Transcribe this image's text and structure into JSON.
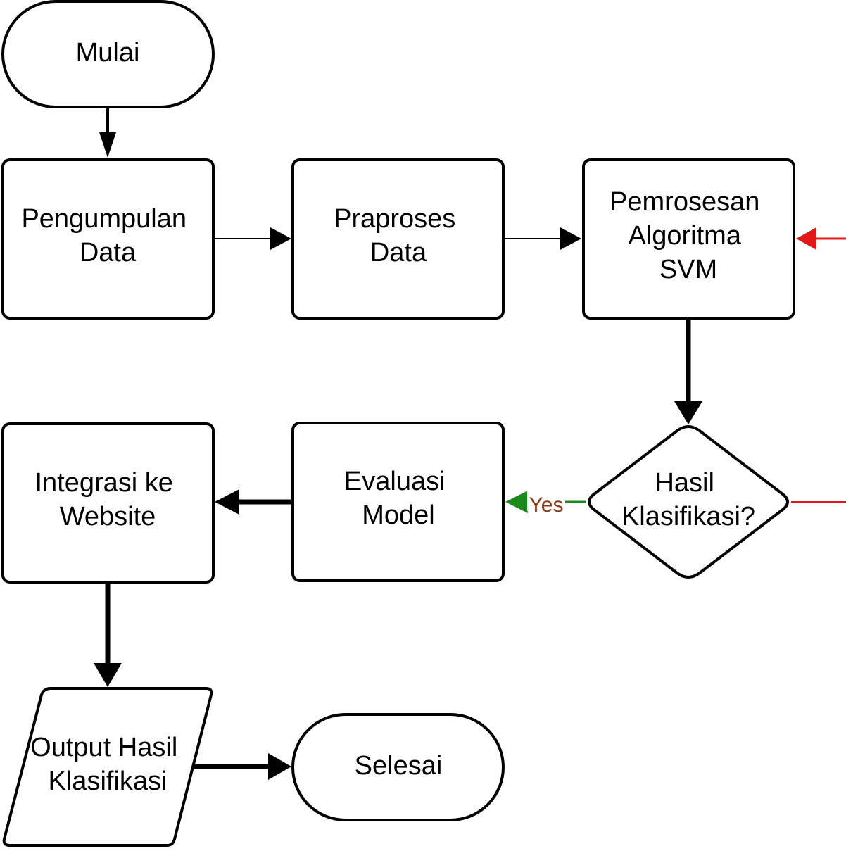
{
  "diagram": {
    "nodes": {
      "start": {
        "lines": [
          "Mulai"
        ]
      },
      "collect": {
        "lines": [
          "Pengumpulan",
          "Data"
        ]
      },
      "preprocess": {
        "lines": [
          "Praproses",
          "Data"
        ]
      },
      "svm": {
        "lines": [
          "Pemrosesan",
          "Algoritma",
          "SVM"
        ]
      },
      "decision": {
        "lines": [
          "Hasil",
          "Klasifikasi?"
        ]
      },
      "evaluate": {
        "lines": [
          "Evaluasi",
          "Model"
        ]
      },
      "website": {
        "lines": [
          "Integrasi ke",
          "Website"
        ]
      },
      "output": {
        "lines": [
          "Output Hasil",
          "Klasifikasi"
        ]
      },
      "end": {
        "lines": [
          "Selesai"
        ]
      }
    },
    "edges": {
      "yes_label": "Yes"
    },
    "colors": {
      "stroke": "#000000",
      "yes_arrow": "#1a8a1a",
      "yes_label": "#8b3a1a",
      "no_arrow": "#e01818",
      "background": "#ffffff"
    }
  }
}
